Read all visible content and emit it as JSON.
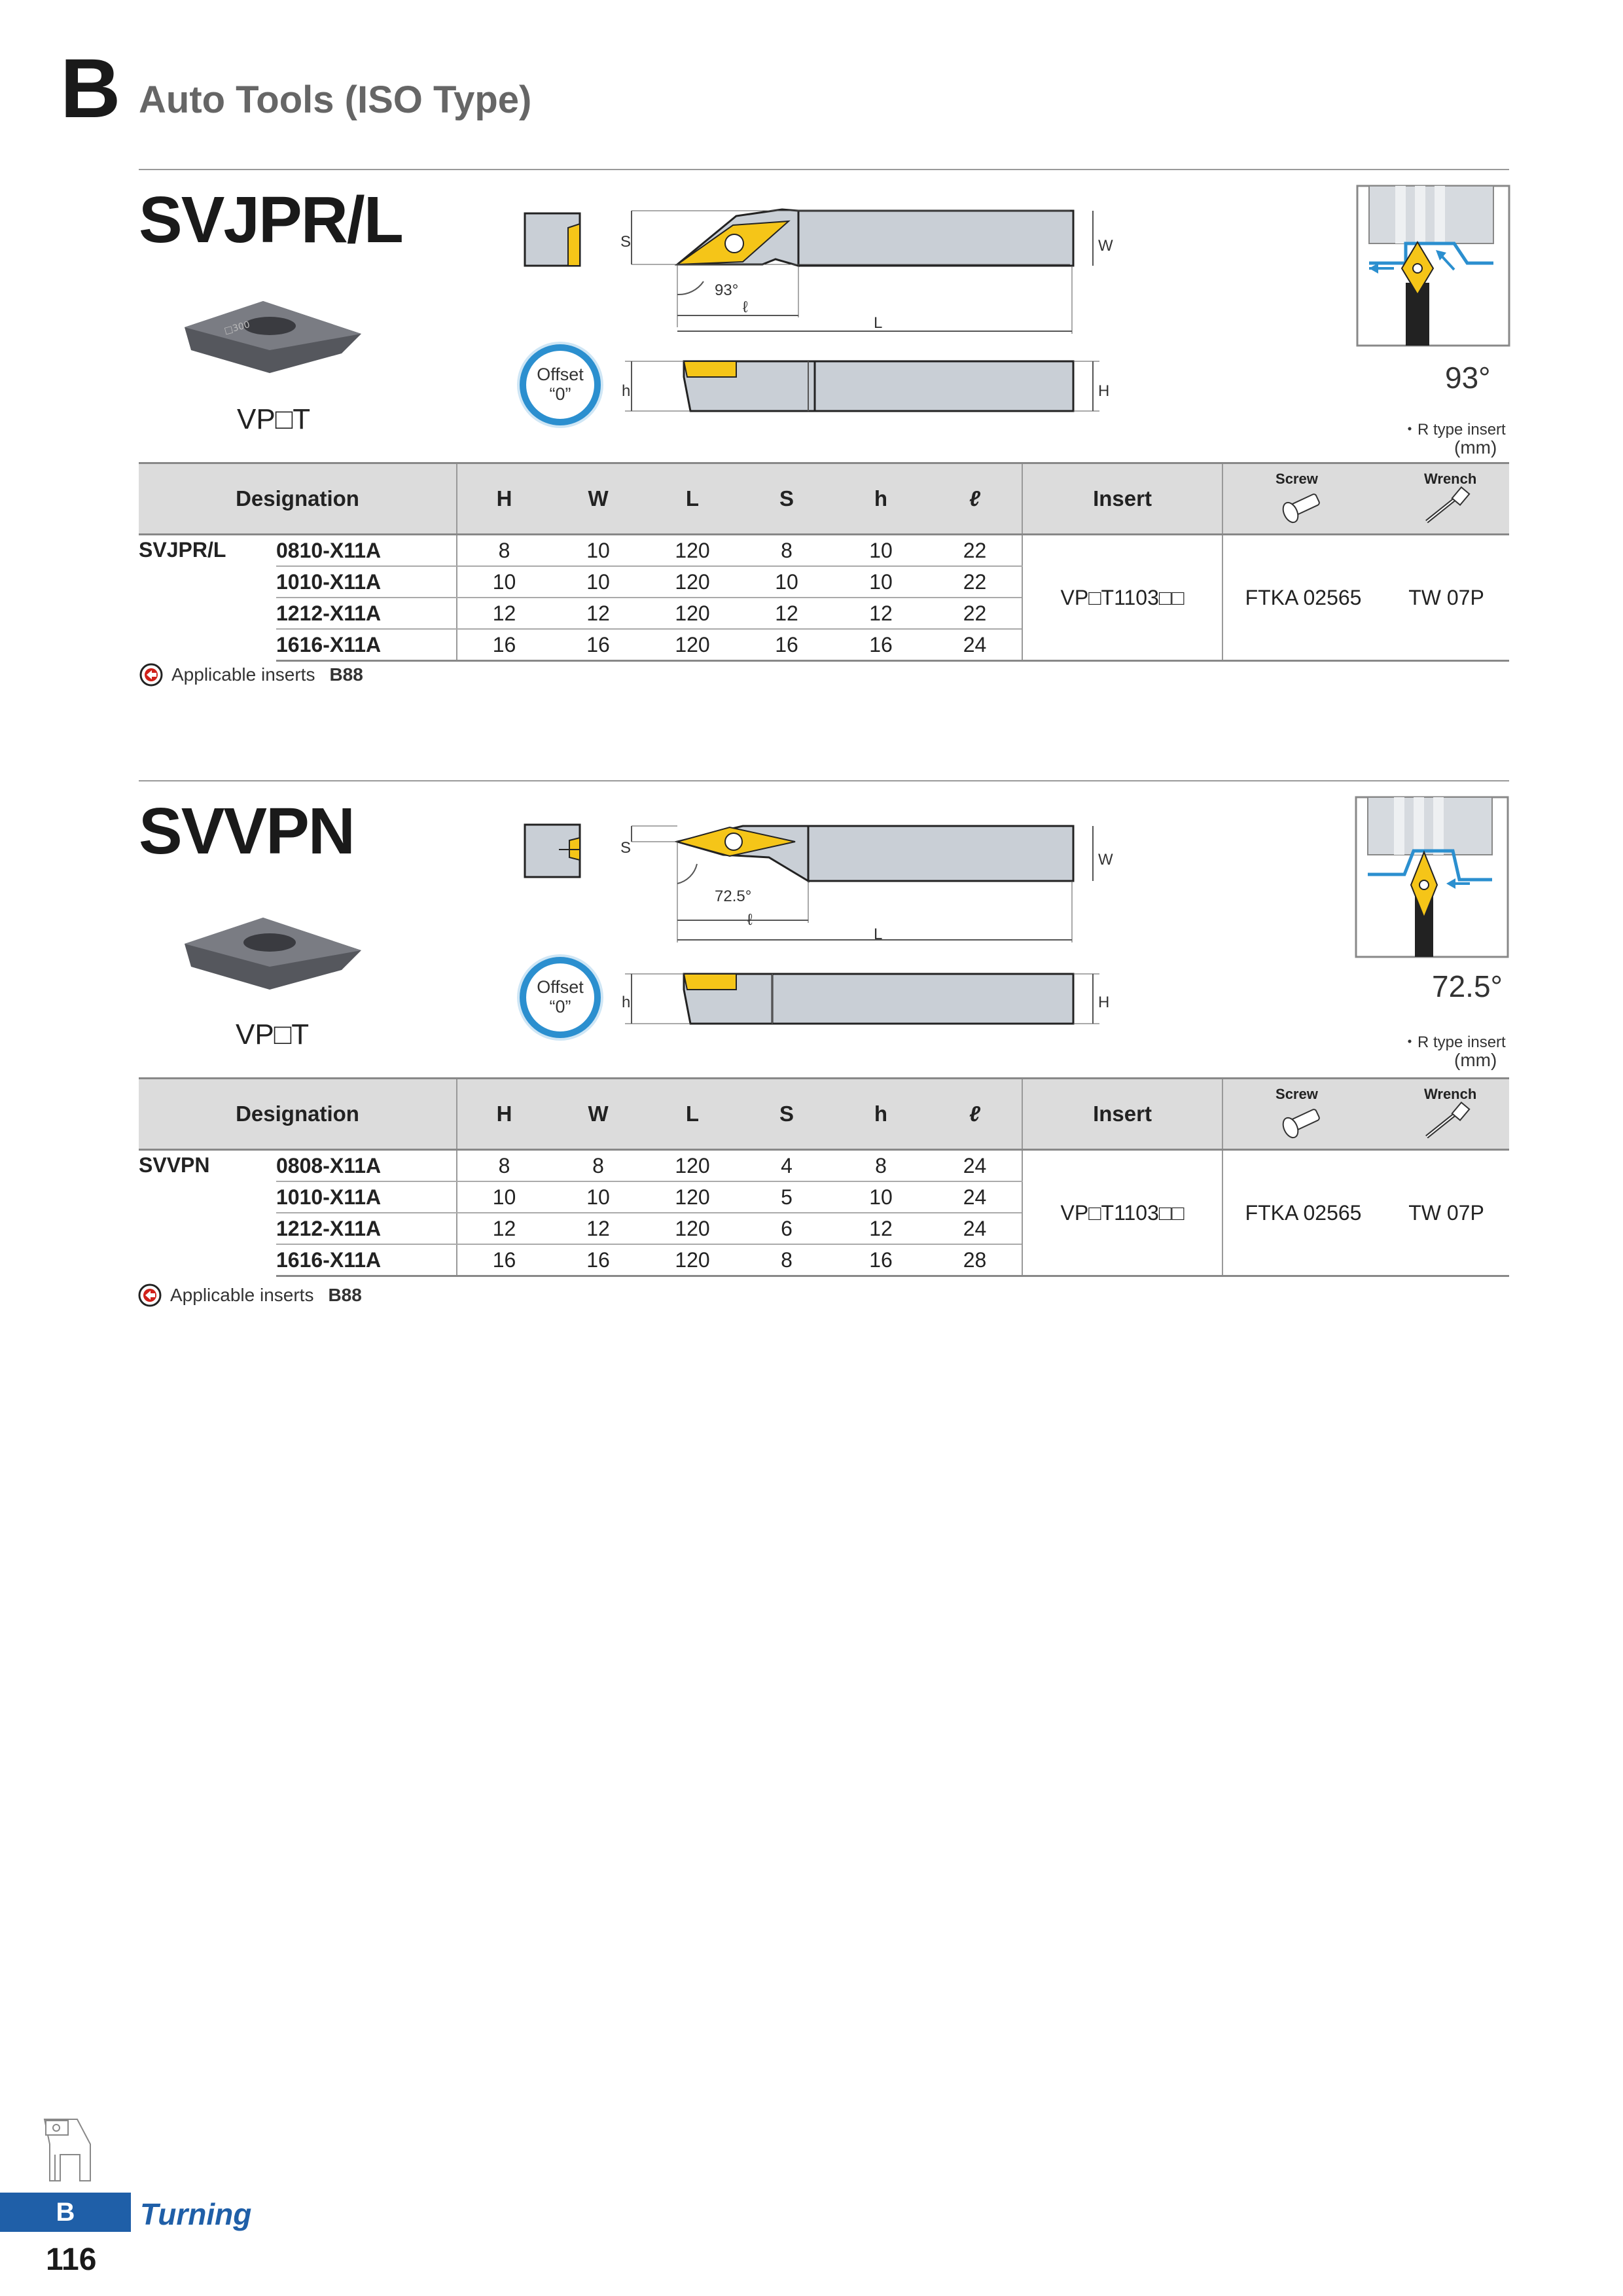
{
  "header": {
    "section_letter": "B",
    "title": "Auto Tools (ISO Type)"
  },
  "sections": [
    {
      "model": "SVJPR/L",
      "insert_type": "VP□T",
      "offset_line1": "Offset",
      "offset_line2": "“0”",
      "angle": "93°",
      "note": "・R type insert",
      "unit": "(mm)",
      "drawing": {
        "s": "S",
        "w": "W",
        "l_small": "ℓ",
        "l_big": "L",
        "h_small": "h",
        "h_big": "H",
        "angle": "93°"
      },
      "columns": {
        "designation": "Designation",
        "H": "H",
        "W": "W",
        "L": "L",
        "S": "S",
        "h": "h",
        "l": "ℓ",
        "insert": "Insert",
        "screw": "Screw",
        "wrench": "Wrench"
      },
      "rows": [
        {
          "code": "0810-X11A",
          "H": "8",
          "W": "10",
          "L": "120",
          "S": "8",
          "h": "10",
          "l": "22"
        },
        {
          "code": "1010-X11A",
          "H": "10",
          "W": "10",
          "L": "120",
          "S": "10",
          "h": "10",
          "l": "22"
        },
        {
          "code": "1212-X11A",
          "H": "12",
          "W": "12",
          "L": "120",
          "S": "12",
          "h": "12",
          "l": "22"
        },
        {
          "code": "1616-X11A",
          "H": "16",
          "W": "16",
          "L": "120",
          "S": "16",
          "h": "16",
          "l": "24"
        }
      ],
      "insert_code": "VP□T1103□□",
      "screw_code": "FTKA 02565",
      "wrench_code": "TW 07P",
      "applicable_label": "Applicable inserts",
      "applicable_ref": "B88"
    },
    {
      "model": "SVVPN",
      "insert_type": "VP□T",
      "offset_line1": "Offset",
      "offset_line2": "“0”",
      "angle": "72.5°",
      "note": "・R type insert",
      "unit": "(mm)",
      "drawing": {
        "s": "S",
        "w": "W",
        "l_small": "ℓ",
        "l_big": "L",
        "h_small": "h",
        "h_big": "H",
        "angle": "72.5°"
      },
      "columns": {
        "designation": "Designation",
        "H": "H",
        "W": "W",
        "L": "L",
        "S": "S",
        "h": "h",
        "l": "ℓ",
        "insert": "Insert",
        "screw": "Screw",
        "wrench": "Wrench"
      },
      "rows": [
        {
          "code": "0808-X11A",
          "H": "8",
          "W": "8",
          "L": "120",
          "S": "4",
          "h": "8",
          "l": "24"
        },
        {
          "code": "1010-X11A",
          "H": "10",
          "W": "10",
          "L": "120",
          "S": "5",
          "h": "10",
          "l": "24"
        },
        {
          "code": "1212-X11A",
          "H": "12",
          "W": "12",
          "L": "120",
          "S": "6",
          "h": "12",
          "l": "24"
        },
        {
          "code": "1616-X11A",
          "H": "16",
          "W": "16",
          "L": "120",
          "S": "8",
          "h": "16",
          "l": "28"
        }
      ],
      "insert_code": "VP□T1103□□",
      "screw_code": "FTKA 02565",
      "wrench_code": "TW 07P",
      "applicable_label": "Applicable inserts",
      "applicable_ref": "B88"
    }
  ],
  "footer": {
    "tab_letter": "B",
    "section_name": "Turning",
    "page_number": "116"
  },
  "colors": {
    "accent_blue": "#1f5fa8",
    "badge_blue": "#2b8fcf",
    "insert_yellow": "#f5c518",
    "holder_gray": "#c9cfd6"
  }
}
